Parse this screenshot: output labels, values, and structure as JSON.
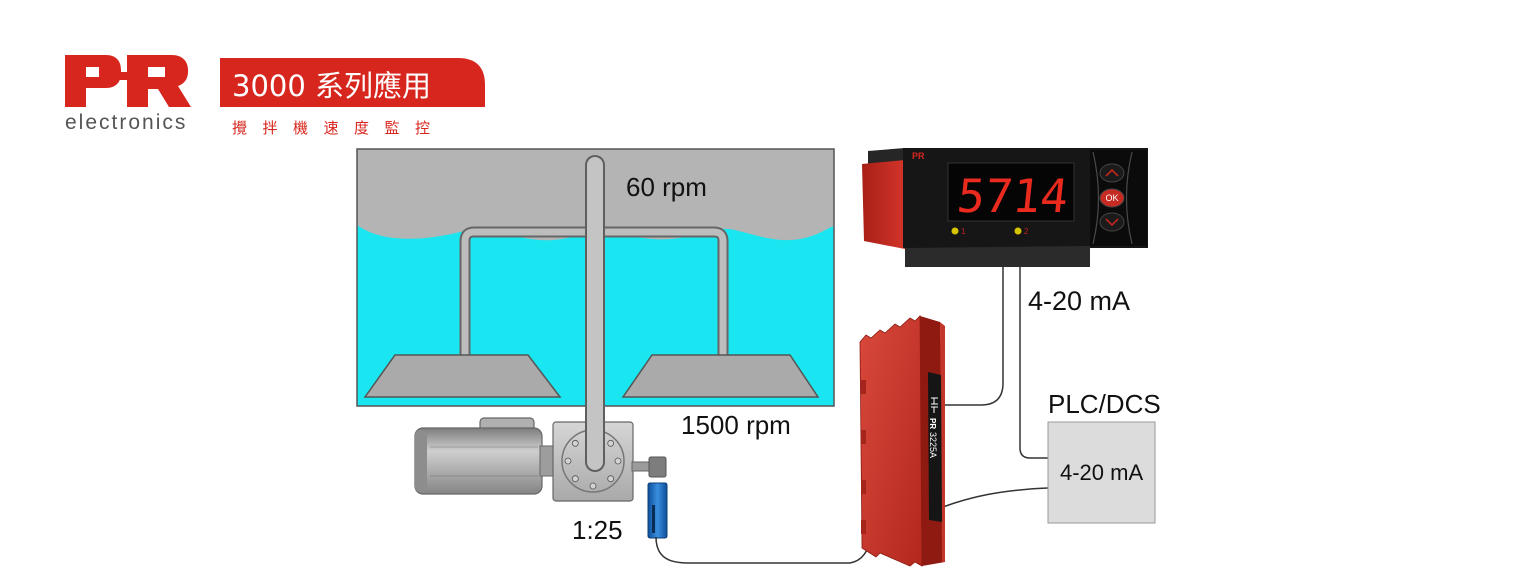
{
  "logo": {
    "brand": "PR",
    "tagline": "electronics"
  },
  "banner": {
    "title": "3000 系列應用",
    "subtitle": "攪拌機速度監控"
  },
  "colors": {
    "brand_red": "#d7261e",
    "liquid": "#19e6f0",
    "tank_gray": "#b4b4b4",
    "sensor_blue": "#1e6fc4",
    "display_digits": "#ea2a1e",
    "plc_box": "#dcdcdc"
  },
  "mixer": {
    "shaft_speed": "60 rpm",
    "motor_speed": "1500 rpm",
    "gear_ratio": "1:25"
  },
  "display": {
    "brand": "PR",
    "reading": "5714",
    "ok_label": "OK",
    "led_1_label": "1",
    "led_2_label": "2",
    "icons": {
      "up": "chevron-up-icon",
      "down": "chevron-down-icon"
    }
  },
  "isolator": {
    "brand": "PR",
    "model": "3225A"
  },
  "signals": {
    "display_signal": "4-20 mA"
  },
  "plc": {
    "title": "PLC/DCS",
    "signal": "4-20 mA"
  }
}
